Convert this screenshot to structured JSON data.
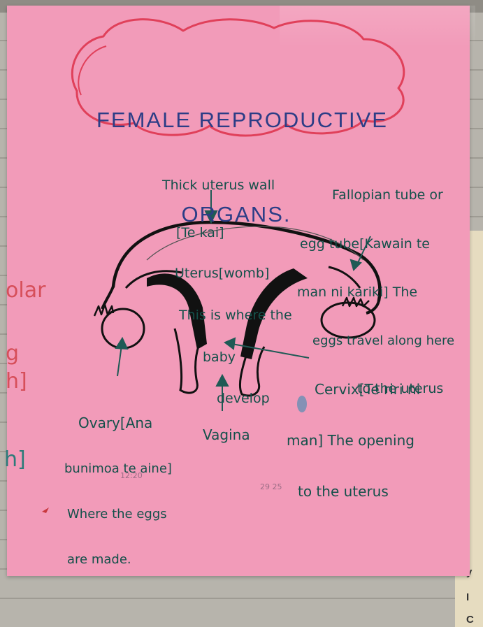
{
  "title": {
    "line1": "FEMALE REPRODUCTIVE",
    "line2": "ORGANS."
  },
  "labels": {
    "uterus_wall": {
      "line1": "Thick uterus wall",
      "line2": "[Te kai]"
    },
    "fallopian": {
      "line1": "Fallopian tube or",
      "line2": "egg tube[Kawain te",
      "line3": "man ni kariki] The",
      "line4": "eggs travel along here",
      "line5": "to the uterus"
    },
    "uterus": {
      "line1": "Uterus[womb]",
      "line2": "This is where the",
      "line3": "baby",
      "line4": "develop"
    },
    "cervix": {
      "line1": "Cervix[Te riri ni",
      "line2": "man] The opening",
      "line3": "to the uterus"
    },
    "ovary": {
      "line1": "Ovary[Ana",
      "line2": "bunimoa te aine]",
      "line3": "Where the eggs",
      "line4": "are made."
    },
    "vagina": "Vagina"
  },
  "side_fragments": {
    "red1": "olar",
    "red2": "g",
    "red3": "h]",
    "blue1": "h]"
  },
  "marks": {
    "pencil1": "12:20",
    "pencil2": "29 25"
  },
  "colors": {
    "poster": "#f29bb9",
    "title_ink": "#2c3d86",
    "cloud": "#e0405a",
    "label_ink": "#14504a"
  }
}
